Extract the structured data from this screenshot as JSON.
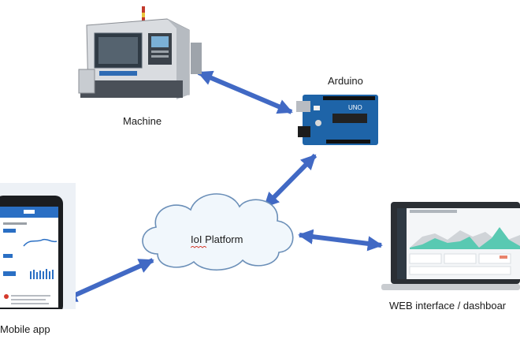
{
  "nodes": {
    "machine": {
      "label": "Machine"
    },
    "arduino": {
      "label": "Arduino",
      "board_text": "UNO"
    },
    "cloud": {
      "label": "IoI Platform"
    },
    "web": {
      "label": "WEB interface / dashboar"
    },
    "mobile": {
      "label": "Mobile app"
    }
  },
  "colors": {
    "arrow": "#4169c4",
    "arduino_board": "#1e64a8",
    "cloud_fill": "#f1f7fc",
    "chart_fill": "#59c9b2"
  }
}
